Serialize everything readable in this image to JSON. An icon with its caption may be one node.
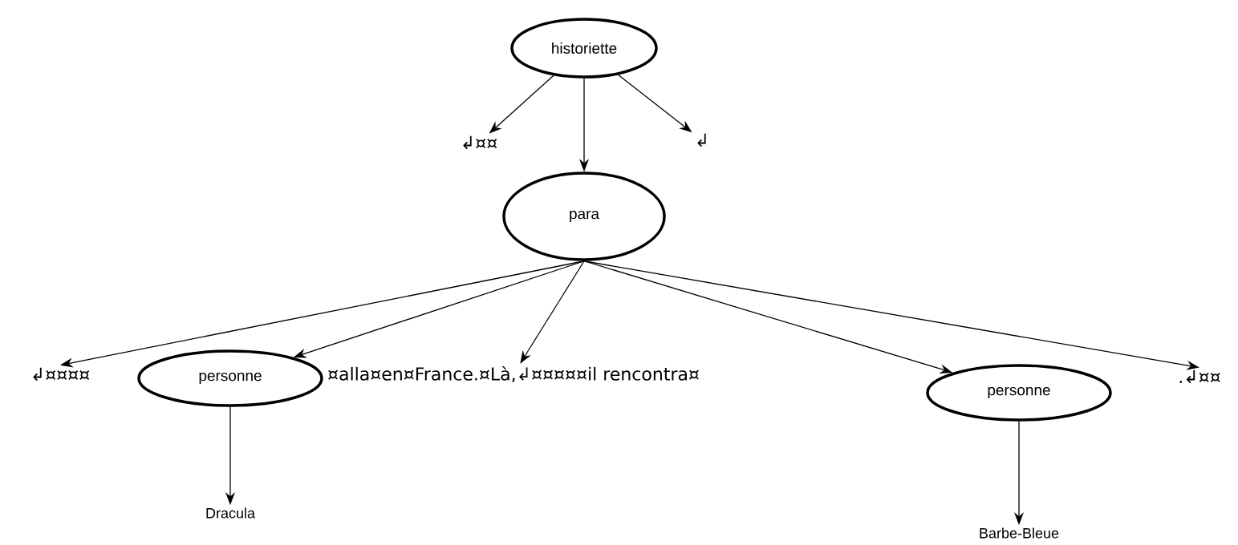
{
  "diagram": {
    "nodes": [
      {
        "text": [
          "historiette"
        ]
      },
      {
        "text": [
          "↲¤¤"
        ]
      },
      {
        "text": [
          "↲"
        ]
      },
      {
        "text": [
          "para"
        ]
      },
      {
        "text": [
          "↲¤¤¤¤"
        ]
      },
      {
        "text": [
          "personne"
        ]
      },
      {
        "text": [
          "¤alla¤en¤France.¤Là,↲¤¤¤¤¤il rencontra¤"
        ]
      },
      {
        "text": [
          "personne"
        ]
      },
      {
        "text": [
          ".↲¤¤"
        ]
      },
      {
        "text": [
          "Dracula"
        ]
      },
      {
        "text": [
          "Barbe-Bleue"
        ]
      }
    ],
    "edges": [
      {
        "from": 0,
        "to": 1,
        "arrow": "to"
      },
      {
        "from": 0,
        "to": 3,
        "arrow": "to"
      },
      {
        "from": 0,
        "to": 2,
        "arrow": "to"
      },
      {
        "from": 3,
        "to": 4,
        "arrow": "to"
      },
      {
        "from": 3,
        "to": 5,
        "arrow": "to"
      },
      {
        "from": 3,
        "to": 6,
        "arrow": "to"
      },
      {
        "from": 3,
        "to": 7,
        "arrow": "to"
      },
      {
        "from": 3,
        "to": 8,
        "arrow": "to"
      },
      {
        "from": 5,
        "to": 9,
        "arrow": "to"
      },
      {
        "from": 7,
        "to": 10,
        "arrow": "to"
      }
    ]
  }
}
